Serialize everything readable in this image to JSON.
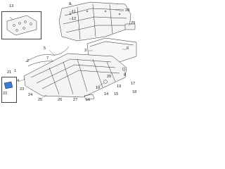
{
  "callouts": {
    "c1": "1",
    "c2": "2",
    "c3": "3",
    "c4": "4",
    "c5": "5",
    "c6": "6",
    "c7": "7",
    "c8": "8",
    "c9": "9",
    "c10": "10",
    "c11": "11",
    "c12": "12",
    "c13": "13",
    "c14": "14",
    "c15": "15",
    "c16": "16",
    "c17": "17",
    "c18": "18",
    "c19": "19",
    "c20": "20",
    "c21": "21",
    "c22": "22",
    "c23": "23",
    "c24": "24",
    "c25": "25",
    "c26": "26",
    "c27": "27",
    "c28": "28",
    "c29": "29"
  },
  "colors": {
    "line": "#2b2b2b",
    "fill": "#f4f4f4",
    "highlight": "#3a7bd5"
  }
}
